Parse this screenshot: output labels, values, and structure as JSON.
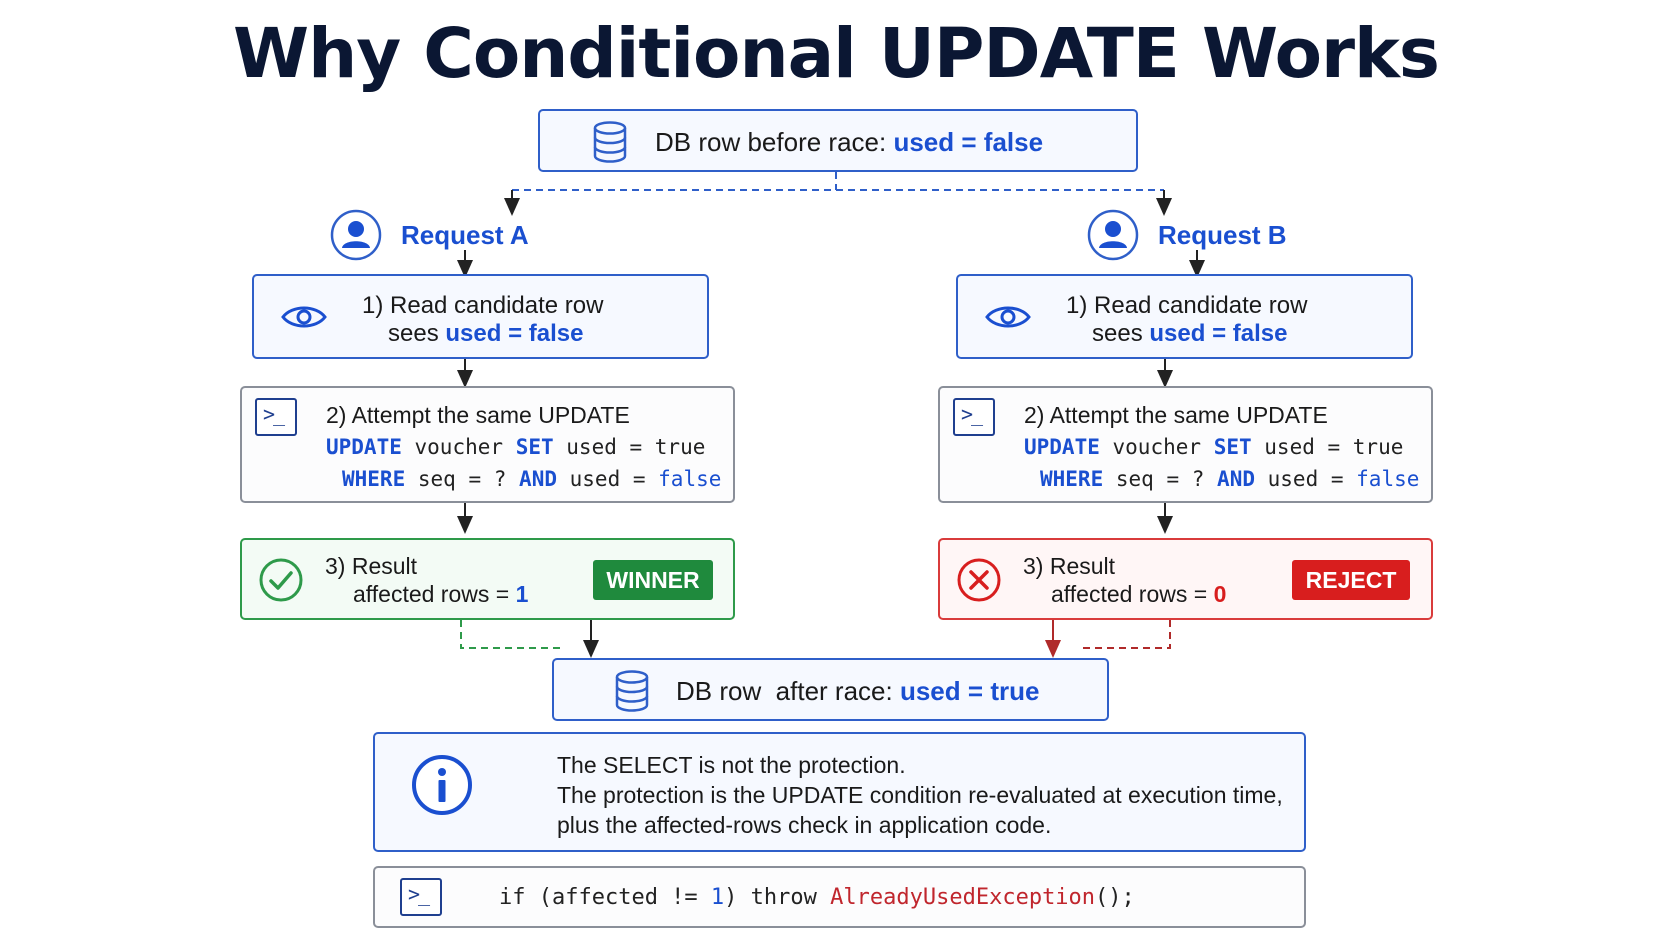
{
  "title": "Why Conditional UPDATE Works",
  "top_box": {
    "label": "DB row before race:",
    "var": "used",
    "eq": "=",
    "value": "false"
  },
  "requests": [
    {
      "name": "Request A",
      "step1": {
        "line1": "1) Read candidate row",
        "sees": "sees",
        "var": "used",
        "eq": "=",
        "value": "false"
      },
      "step2": {
        "heading": "2) Attempt the same UPDATE",
        "code1": {
          "kw1": "UPDATE",
          "t1": "voucher",
          "kw2": "SET",
          "t2": "used = true"
        },
        "code2": {
          "kw1": "WHERE",
          "t1": "seq = ?",
          "kw2": "AND",
          "t2": "used =",
          "val": "false"
        }
      },
      "step3": {
        "line1": "3) Result",
        "line2": "affected rows =",
        "value": "1",
        "badge": "WINNER"
      }
    },
    {
      "name": "Request B",
      "step1": {
        "line1": "1) Read candidate row",
        "sees": "sees",
        "var": "used",
        "eq": "=",
        "value": "false"
      },
      "step2": {
        "heading": "2) Attempt the same UPDATE",
        "code1": {
          "kw1": "UPDATE",
          "t1": "voucher",
          "kw2": "SET",
          "t2": "used = true"
        },
        "code2": {
          "kw1": "WHERE",
          "t1": "seq = ?",
          "kw2": "AND",
          "t2": "used =",
          "val": "false"
        }
      },
      "step3": {
        "line1": "3) Result",
        "line2": "affected rows =",
        "value": "0",
        "badge": "REJECT"
      }
    }
  ],
  "bottom_box": {
    "label": "DB row  after race:",
    "var": "used",
    "eq": "=",
    "value": "true"
  },
  "info": {
    "line1": "The SELECT is not the protection.",
    "line2": "The protection is the UPDATE condition re-evaluated at execution time,",
    "line3": "plus the affected-rows check in application code."
  },
  "code_line": {
    "pre": "if (affected != ",
    "num": "1",
    "mid": ") throw ",
    "exc": "AlreadyUsedException",
    "post": "();"
  },
  "terminal_glyph": ">_",
  "icons": [
    "database-icon",
    "user-icon",
    "eye-icon",
    "terminal-icon",
    "check-circle-icon",
    "x-circle-icon",
    "info-icon"
  ],
  "colors": {
    "accent": "#1a4fd0",
    "success": "#1f8a3d",
    "danger": "#d81e1e",
    "title": "#0b1733"
  }
}
